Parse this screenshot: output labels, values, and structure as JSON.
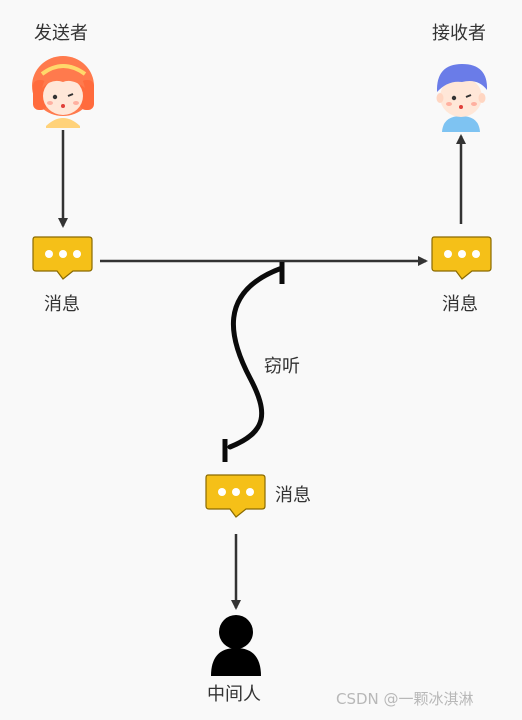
{
  "diagram": {
    "sender_label": "发送者",
    "receiver_label": "接收者",
    "message_label_sender": "消息",
    "message_label_receiver": "消息",
    "message_label_mitm": "消息",
    "eavesdrop_label": "窃听",
    "mitm_label": "中间人"
  },
  "watermark": "CSDN @一颗冰淇淋",
  "colors": {
    "arrow": "#333333",
    "bubble": "#f5c018",
    "bubble_outline": "#8a6a00",
    "person": "#000000"
  },
  "icons": {
    "sender": "girl-avatar-icon",
    "receiver": "boy-avatar-icon",
    "message": "chat-bubble-icon",
    "mitm": "person-silhouette-icon"
  }
}
